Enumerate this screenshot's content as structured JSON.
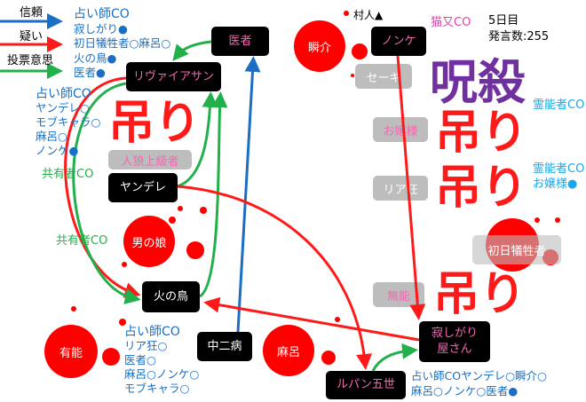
{
  "legend": {
    "trust": "信頼",
    "doubt": "疑い",
    "vote": "投票意思",
    "colors": {
      "trust": "#1a6fc4",
      "doubt": "#ff1a1a",
      "vote": "#22b04b"
    }
  },
  "status": {
    "day": "5日目",
    "post_count": "発言数:255",
    "villager": "村人▲",
    "nekomata_co": "猫又CO"
  },
  "nodes": {
    "isha": "医者",
    "leviathan": "リヴァイアサン",
    "yandere": "ヤンデレ",
    "hinotori": "火の鳥",
    "chuunibyou": "中二病",
    "lupin": "ルパン五世",
    "sabishigari_1": "寂しがり",
    "sabishigari_2": "屋さん",
    "nonke": "ノンケ"
  },
  "dead": {
    "otokonoko": "男の娘",
    "yuunou": "有能",
    "maro": "麻呂",
    "shunsuke": "瞬介",
    "shonichi": "初日犠牲者"
  },
  "executed": {
    "jinro_joukyuu": "人狼上級者",
    "seeki": "セーキ",
    "ojousama": "お嬢様",
    "riakyou": "リア狂",
    "munou": "無能"
  },
  "markers": {
    "hang": "吊り",
    "curse": "呪殺"
  },
  "notes": {
    "top_left": [
      "占い師CO",
      "寂しがり●",
      "初日犠牲者○麻呂○",
      "火の鳥●",
      "医者●"
    ],
    "leviathan_side": [
      "占い師CO",
      "ヤンデレ○",
      "モブキャラ○",
      "麻呂○",
      "ノンケ●"
    ],
    "kyouyuu_1": "共有者CO",
    "kyouyuu_2": "共有者CO",
    "chuunibyou_side": [
      "占い師CO",
      "リア狂○",
      "医者○",
      "麻呂○ノンケ○",
      "モブキャラ○"
    ],
    "sabishigari_side": [
      "占い師COヤンデレ○瞬介○",
      "麻呂○ノンケ○医者●"
    ],
    "reinou_1": "霊能者CO",
    "reinou_2": "霊能者CO",
    "reinou_2_result": "お嬢様●"
  }
}
